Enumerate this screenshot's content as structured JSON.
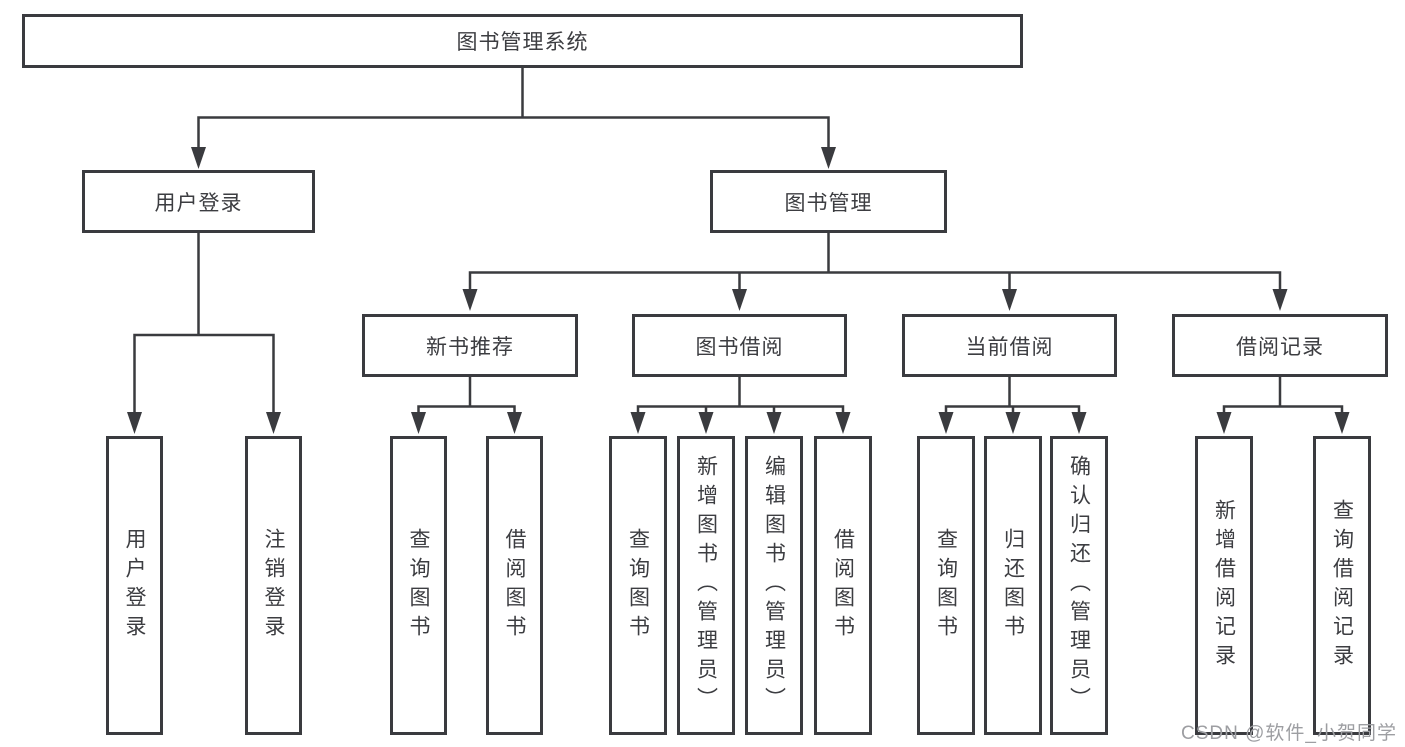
{
  "diagram": {
    "root": {
      "label": "图书管理系统"
    },
    "branches": [
      {
        "label": "用户登录",
        "children": [
          {
            "label": "用户登录"
          },
          {
            "label": "注销登录"
          }
        ]
      },
      {
        "label": "图书管理",
        "children": [
          {
            "label": "新书推荐",
            "children": [
              {
                "label": "查询图书"
              },
              {
                "label": "借阅图书"
              }
            ]
          },
          {
            "label": "图书借阅",
            "children": [
              {
                "label": "查询图书"
              },
              {
                "label": "新增图书（管理员）"
              },
              {
                "label": "编辑图书（管理员）"
              },
              {
                "label": "借阅图书"
              }
            ]
          },
          {
            "label": "当前借阅",
            "children": [
              {
                "label": "查询图书"
              },
              {
                "label": "归还图书"
              },
              {
                "label": "确认归还（管理员）"
              }
            ]
          },
          {
            "label": "借阅记录",
            "children": [
              {
                "label": "新增借阅记录"
              },
              {
                "label": "查询借阅记录"
              }
            ]
          }
        ]
      }
    ]
  },
  "watermark": {
    "text": "CSDN @软件_小贺同学"
  },
  "colors": {
    "line": "#3a3b3f",
    "box_border": "#3a3b3f",
    "box_fill": "#ffffff",
    "text": "#3c3d41",
    "watermark": "#9d9ea2",
    "background": "#ffffff"
  }
}
